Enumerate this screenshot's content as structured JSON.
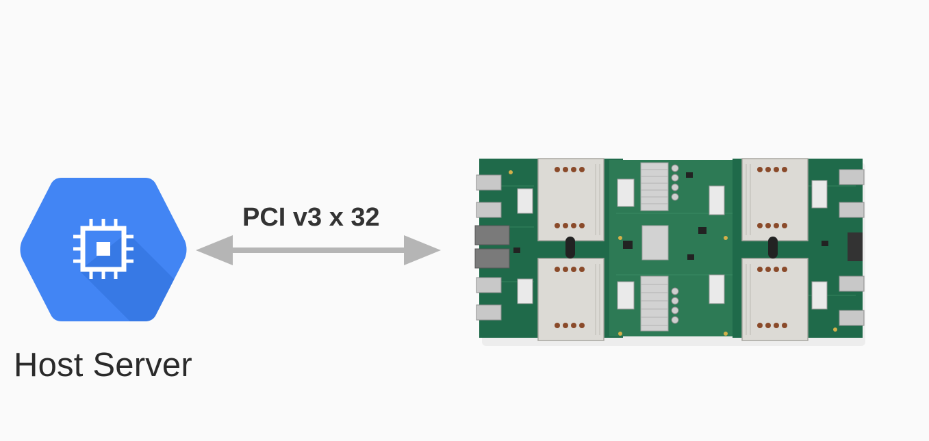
{
  "host": {
    "label": "Host Server",
    "icon": "cpu-chip-icon",
    "icon_color": "#4285f4",
    "icon_shadow_color": "#2f6fd8"
  },
  "link": {
    "label": "PCI v3 x 32",
    "arrow_color": "#b5b5b5"
  },
  "device": {
    "image": "tpu-board-photo"
  }
}
